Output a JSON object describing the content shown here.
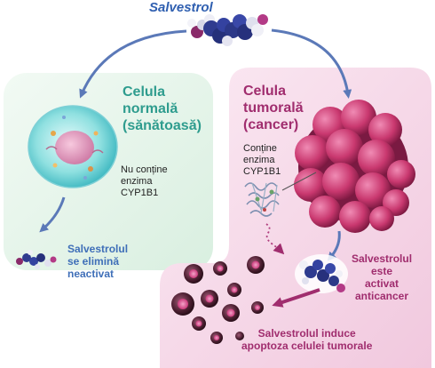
{
  "title": "Salvestrol",
  "normal_cell": {
    "heading": "Celula\nnormală\n(sănătoasă)",
    "note": "Nu conține\nenzima\nCYP1B1",
    "result": "Salvestrolul\nse elimină\nneactivat"
  },
  "tumor_cell": {
    "heading": "Celula\ntumorală\n(cancer)",
    "note": "Conține\nenzima\nCYP1B1",
    "activated": "Salvestrolul\neste\nactivat\nanticancer",
    "apoptosis": "Salvestrolul induce\napoptoza celulei tumorale"
  },
  "colors": {
    "normal_panel": "#e6f4ea",
    "tumor_panel": "#f6d9e9",
    "arrow_blue": "#5b79b8",
    "arrow_magenta": "#a02d6e",
    "teal_text": "#2e9c8e",
    "magenta_text": "#a02d6e",
    "blue_text": "#3f6fb8"
  }
}
